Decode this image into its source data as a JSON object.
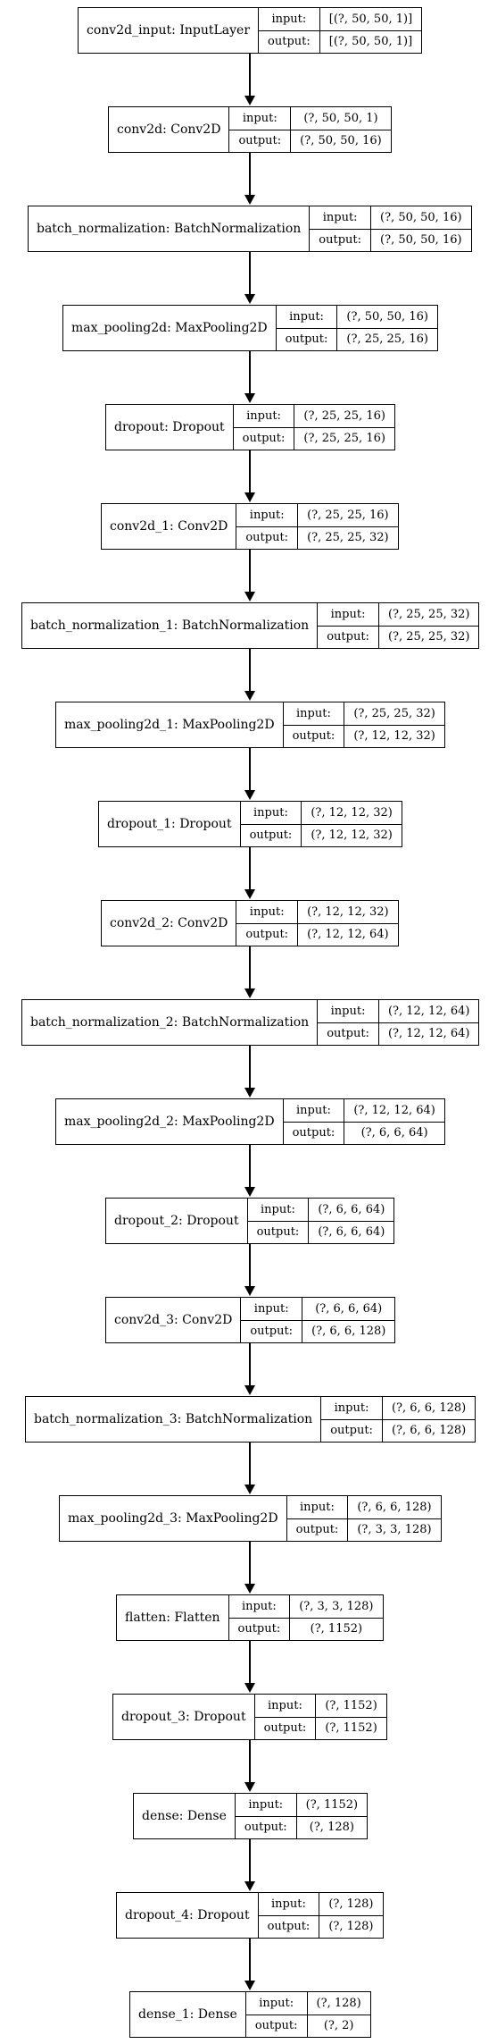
{
  "layers": [
    {
      "name": "conv2d_input: InputLayer",
      "input_label": "input:",
      "output_label": "output:",
      "input": "[(?, 50, 50, 1)]",
      "output": "[(?, 50, 50, 1)]"
    },
    {
      "name": "conv2d: Conv2D",
      "input_label": "input:",
      "output_label": "output:",
      "input": "(?, 50, 50, 1)",
      "output": "(?, 50, 50, 16)"
    },
    {
      "name": "batch_normalization: BatchNormalization",
      "input_label": "input:",
      "output_label": "output:",
      "input": "(?, 50, 50, 16)",
      "output": "(?, 50, 50, 16)"
    },
    {
      "name": "max_pooling2d: MaxPooling2D",
      "input_label": "input:",
      "output_label": "output:",
      "input": "(?, 50, 50, 16)",
      "output": "(?, 25, 25, 16)"
    },
    {
      "name": "dropout: Dropout",
      "input_label": "input:",
      "output_label": "output:",
      "input": "(?, 25, 25, 16)",
      "output": "(?, 25, 25, 16)"
    },
    {
      "name": "conv2d_1: Conv2D",
      "input_label": "input:",
      "output_label": "output:",
      "input": "(?, 25, 25, 16)",
      "output": "(?, 25, 25, 32)"
    },
    {
      "name": "batch_normalization_1: BatchNormalization",
      "input_label": "input:",
      "output_label": "output:",
      "input": "(?, 25, 25, 32)",
      "output": "(?, 25, 25, 32)"
    },
    {
      "name": "max_pooling2d_1: MaxPooling2D",
      "input_label": "input:",
      "output_label": "output:",
      "input": "(?, 25, 25, 32)",
      "output": "(?, 12, 12, 32)"
    },
    {
      "name": "dropout_1: Dropout",
      "input_label": "input:",
      "output_label": "output:",
      "input": "(?, 12, 12, 32)",
      "output": "(?, 12, 12, 32)"
    },
    {
      "name": "conv2d_2: Conv2D",
      "input_label": "input:",
      "output_label": "output:",
      "input": "(?, 12, 12, 32)",
      "output": "(?, 12, 12, 64)"
    },
    {
      "name": "batch_normalization_2: BatchNormalization",
      "input_label": "input:",
      "output_label": "output:",
      "input": "(?, 12, 12, 64)",
      "output": "(?, 12, 12, 64)"
    },
    {
      "name": "max_pooling2d_2: MaxPooling2D",
      "input_label": "input:",
      "output_label": "output:",
      "input": "(?, 12, 12, 64)",
      "output": "(?, 6, 6, 64)"
    },
    {
      "name": "dropout_2: Dropout",
      "input_label": "input:",
      "output_label": "output:",
      "input": "(?, 6, 6, 64)",
      "output": "(?, 6, 6, 64)"
    },
    {
      "name": "conv2d_3: Conv2D",
      "input_label": "input:",
      "output_label": "output:",
      "input": "(?, 6, 6, 64)",
      "output": "(?, 6, 6, 128)"
    },
    {
      "name": "batch_normalization_3: BatchNormalization",
      "input_label": "input:",
      "output_label": "output:",
      "input": "(?, 6, 6, 128)",
      "output": "(?, 6, 6, 128)"
    },
    {
      "name": "max_pooling2d_3: MaxPooling2D",
      "input_label": "input:",
      "output_label": "output:",
      "input": "(?, 6, 6, 128)",
      "output": "(?, 3, 3, 128)"
    },
    {
      "name": "flatten: Flatten",
      "input_label": "input:",
      "output_label": "output:",
      "input": "(?, 3, 3, 128)",
      "output": "(?, 1152)"
    },
    {
      "name": "dropout_3: Dropout",
      "input_label": "input:",
      "output_label": "output:",
      "input": "(?, 1152)",
      "output": "(?, 1152)"
    },
    {
      "name": "dense: Dense",
      "input_label": "input:",
      "output_label": "output:",
      "input": "(?, 1152)",
      "output": "(?, 128)"
    },
    {
      "name": "dropout_4: Dropout",
      "input_label": "input:",
      "output_label": "output:",
      "input": "(?, 128)",
      "output": "(?, 128)"
    },
    {
      "name": "dense_1: Dense",
      "input_label": "input:",
      "output_label": "output:",
      "input": "(?, 128)",
      "output": "(?, 2)"
    }
  ]
}
